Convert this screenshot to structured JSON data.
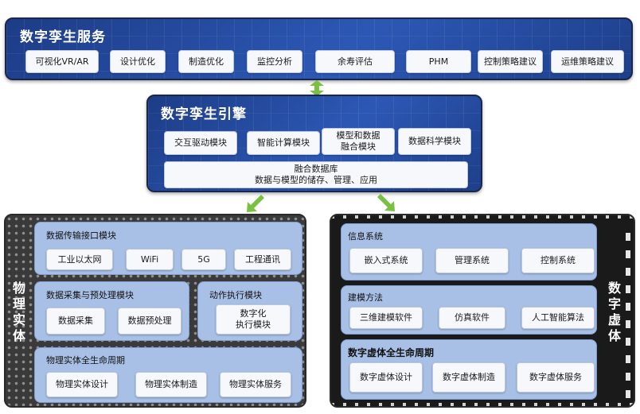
{
  "services": {
    "title": "数字孪生服务",
    "items": [
      "可视化VR/AR",
      "设计优化",
      "制造优化",
      "监控分析",
      "余寿评估",
      "PHM",
      "控制策略建议",
      "运维策略建议"
    ]
  },
  "engine": {
    "title": "数字孪生引擎",
    "modules": [
      "交互驱动模块",
      "智能计算模块",
      "模型和数据\n融合模块",
      "数据科学模块"
    ],
    "db": "融合数据库\n数据与模型的储存、管理、应用"
  },
  "physical": {
    "side_label": "物理实体",
    "transfer": {
      "title": "数据传输接口模块",
      "items": [
        "工业以太网",
        "WiFi",
        "5G",
        "工程通讯"
      ]
    },
    "acquisition": {
      "title": "数据采集与预处理模块",
      "items": [
        "数据采集",
        "数据预处理"
      ]
    },
    "actuation": {
      "title": "动作执行模块",
      "item": "数字化\n执行模块"
    },
    "lifecycle": {
      "title": "物理实体全生命周期",
      "items": [
        "物理实体设计",
        "物理实体制造",
        "物理实体服务"
      ]
    }
  },
  "virtual": {
    "side_label": "数字虚体",
    "info": {
      "title": "信息系统",
      "items": [
        "嵌入式系统",
        "管理系统",
        "控制系统"
      ]
    },
    "modeling": {
      "title": "建模方法",
      "items": [
        "三维建模软件",
        "仿真软件",
        "人工智能算法"
      ]
    },
    "lifecycle": {
      "title": "数字虚体全生命周期",
      "items": [
        "数字虚体设计",
        "数字虚体制造",
        "数字虚体服务"
      ]
    }
  },
  "colors": {
    "arrow": "#7ac143",
    "panel_blue": "#2c58b5",
    "section": "#a9c0e6"
  }
}
